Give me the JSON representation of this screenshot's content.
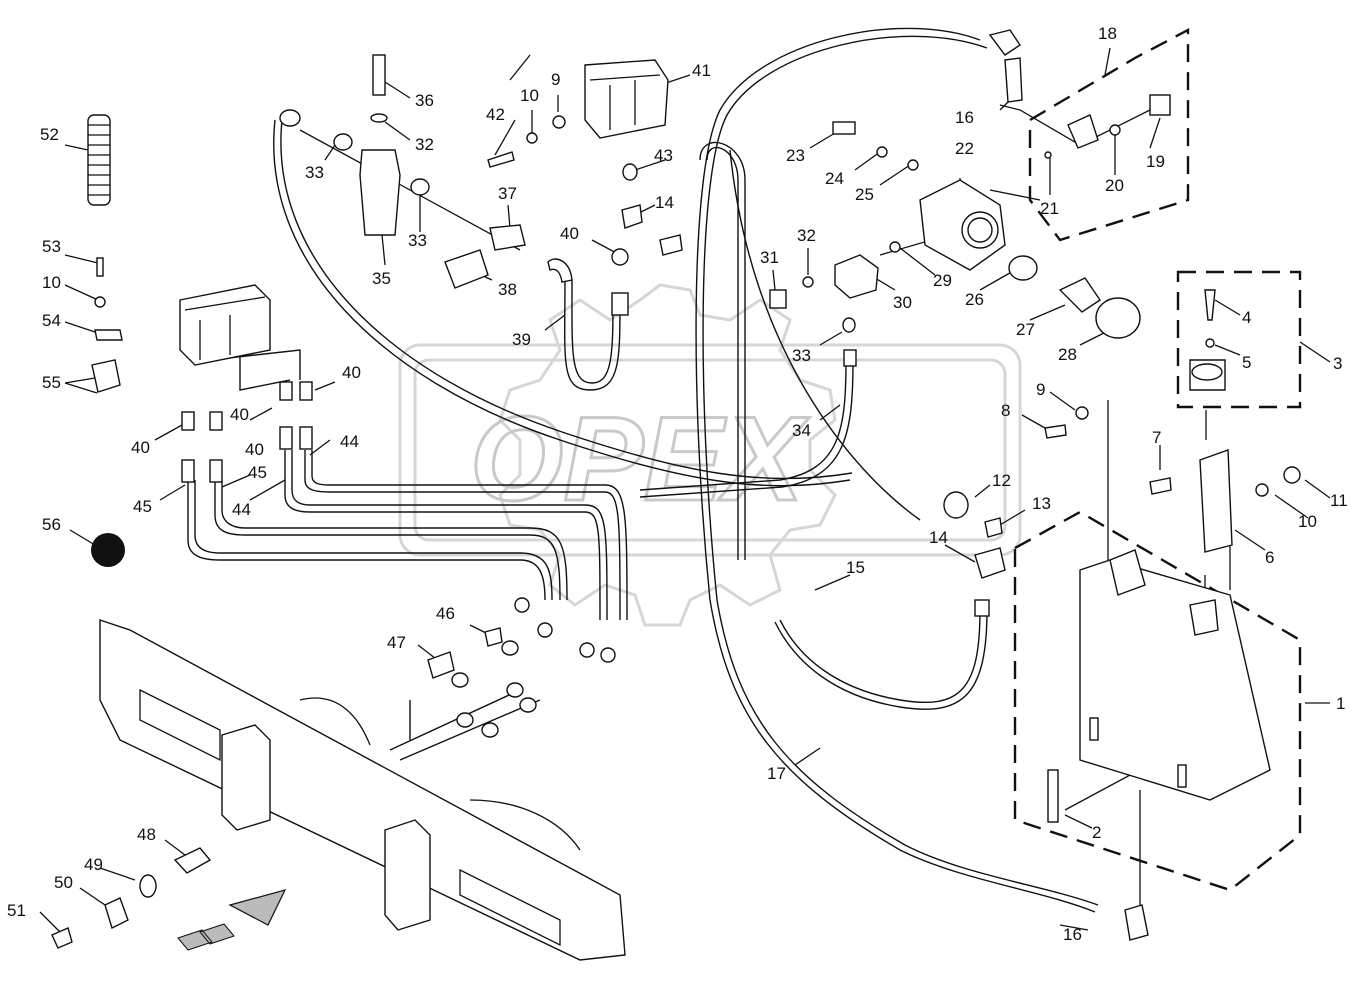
{
  "watermark": "OPEX",
  "callouts": [
    "52",
    "53",
    "10",
    "54",
    "55",
    "56",
    "36",
    "32",
    "33",
    "35",
    "33",
    "42",
    "10",
    "9",
    "41",
    "43",
    "14",
    "37",
    "38",
    "40",
    "39",
    "40",
    "40",
    "40",
    "40",
    "45",
    "44",
    "44",
    "45",
    "46",
    "47",
    "48",
    "49",
    "50",
    "51",
    "16",
    "18",
    "23",
    "24",
    "25",
    "22",
    "19",
    "20",
    "21",
    "31",
    "32",
    "30",
    "29",
    "26",
    "27",
    "28",
    "33",
    "34",
    "12",
    "13",
    "14",
    "15",
    "17",
    "16",
    "4",
    "5",
    "3",
    "9",
    "8",
    "7",
    "11",
    "10",
    "6",
    "1",
    "2"
  ]
}
